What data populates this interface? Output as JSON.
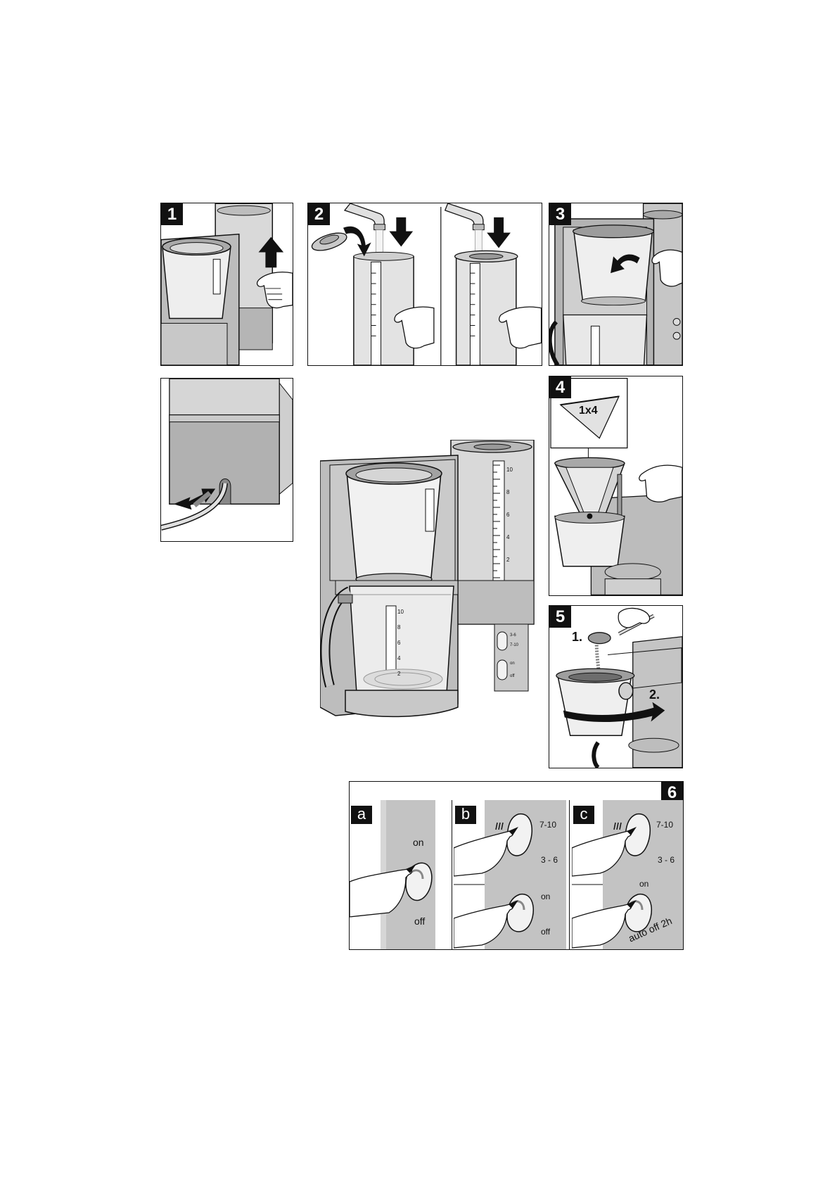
{
  "steps": {
    "s1": "1",
    "s2": "2",
    "s3": "3",
    "s4": "4",
    "s5": "5",
    "s6": "6"
  },
  "step4": {
    "filter_size": "1x4"
  },
  "step5": {
    "sub1": "1.",
    "sub2": "2."
  },
  "step6": {
    "panels": {
      "a": {
        "label": "a",
        "on": "on",
        "off": "off"
      },
      "b": {
        "label": "b",
        "top": "7-10",
        "bottom": "3 - 6",
        "on": "on",
        "off": "off"
      },
      "c": {
        "label": "c",
        "top": "7-10",
        "bottom": "3 - 6",
        "on": "on",
        "auto_off": "auto off 2h"
      }
    }
  },
  "main_machine": {
    "tank_marks": [
      "10",
      "8",
      "6",
      "4",
      "2"
    ],
    "carafe_marks": [
      "10",
      "8",
      "6",
      "4",
      "2"
    ],
    "switch_top": [
      "3-6",
      "7-10"
    ],
    "switch_bottom": [
      "on",
      "off"
    ]
  },
  "colors": {
    "ink": "#111111",
    "steel_light": "#e6e6e6",
    "steel_mid": "#b9b9b9",
    "steel_dark": "#8c8c8c",
    "water": "#f2f2f2"
  }
}
